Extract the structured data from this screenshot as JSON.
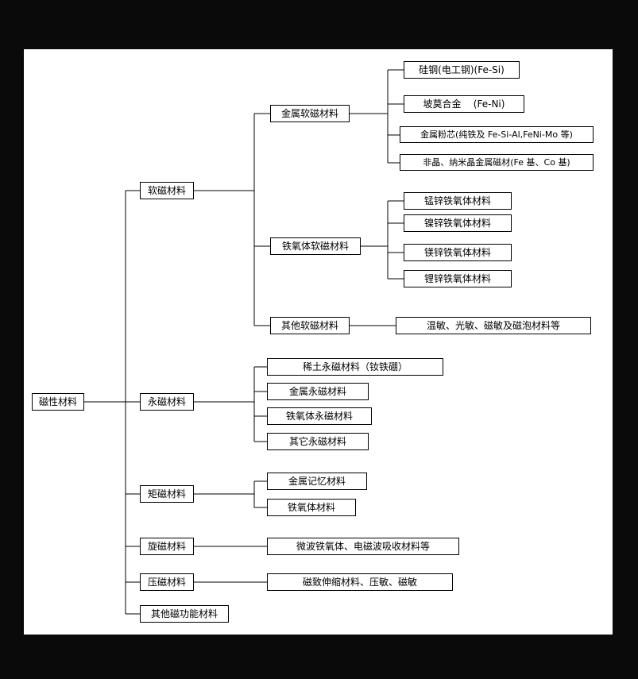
{
  "colors": {
    "frame_background": "#000000",
    "canvas_background": "#ffffff",
    "box_border": "#000000",
    "connector_line": "#000000",
    "text": "#000000"
  },
  "tree": {
    "label": "磁性材料",
    "children": [
      {
        "label": "软磁材料",
        "children": [
          {
            "label": "金属软磁材料",
            "children": [
              {
                "label": "硅钢(电工钢)(Fe-Si)"
              },
              {
                "label": "坡莫合金    (Fe-Ni)"
              },
              {
                "label": "金属粉芯(纯铁及 Fe-Si-Al,FeNi-Mo 等)"
              },
              {
                "label": "非晶、纳米晶金属磁材(Fe 基、Co 基)"
              }
            ]
          },
          {
            "label": "铁氧体软磁材料",
            "children": [
              {
                "label": "锰锌铁氧体材料"
              },
              {
                "label": "镍锌铁氧体材料"
              },
              {
                "label": "镁锌铁氧体材料"
              },
              {
                "label": "锂锌铁氧体材料"
              }
            ]
          },
          {
            "label": "其他软磁材料",
            "children": [
              {
                "label": "温敏、光敏、磁敏及磁泡材料等"
              }
            ]
          }
        ]
      },
      {
        "label": "永磁材料",
        "children": [
          {
            "label": "稀土永磁材料（钕铁硼）"
          },
          {
            "label": "金属永磁材料"
          },
          {
            "label": "铁氧体永磁材料"
          },
          {
            "label": "其它永磁材料"
          }
        ]
      },
      {
        "label": "矩磁材料",
        "children": [
          {
            "label": "金属记忆材料"
          },
          {
            "label": "铁氧体材料"
          }
        ]
      },
      {
        "label": "旋磁材料",
        "children": [
          {
            "label": "微波铁氧体、电磁波吸收材料等"
          }
        ]
      },
      {
        "label": "压磁材料",
        "children": [
          {
            "label": "磁致伸缩材料、压敏、磁敏"
          }
        ]
      },
      {
        "label": "其他磁功能材料",
        "children": []
      }
    ]
  }
}
